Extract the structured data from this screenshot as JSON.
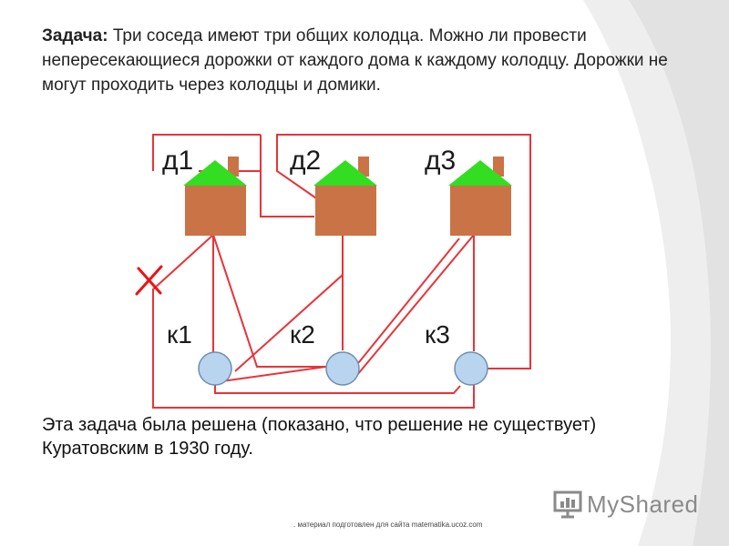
{
  "task": {
    "label": "Задача:",
    "text": " Три соседа имеют три общих колодца. Можно ли провести непересекающиеся дорожки от каждого дома к каждому колодцу. Дорожки не могут проходить через колодцы и домики."
  },
  "diagram": {
    "houses": [
      {
        "label": "д1"
      },
      {
        "label": "д2"
      },
      {
        "label": "д3"
      }
    ],
    "wells": [
      {
        "label": "к1"
      },
      {
        "label": "к2"
      },
      {
        "label": "к3"
      }
    ],
    "path_color": "#e8333a",
    "roof_color": "#33dd22",
    "wall_color": "#c97346",
    "well_color": "#b8d4ee",
    "cross_color": "#ee1111"
  },
  "result": {
    "text": "Эта задача была решена (показано, что решение не существует) Куратовским в 1930 году."
  },
  "footer": {
    "text": ". материал подготовлен для сайта matematika.ucoz.com"
  },
  "logo": {
    "text": "MyShared"
  }
}
